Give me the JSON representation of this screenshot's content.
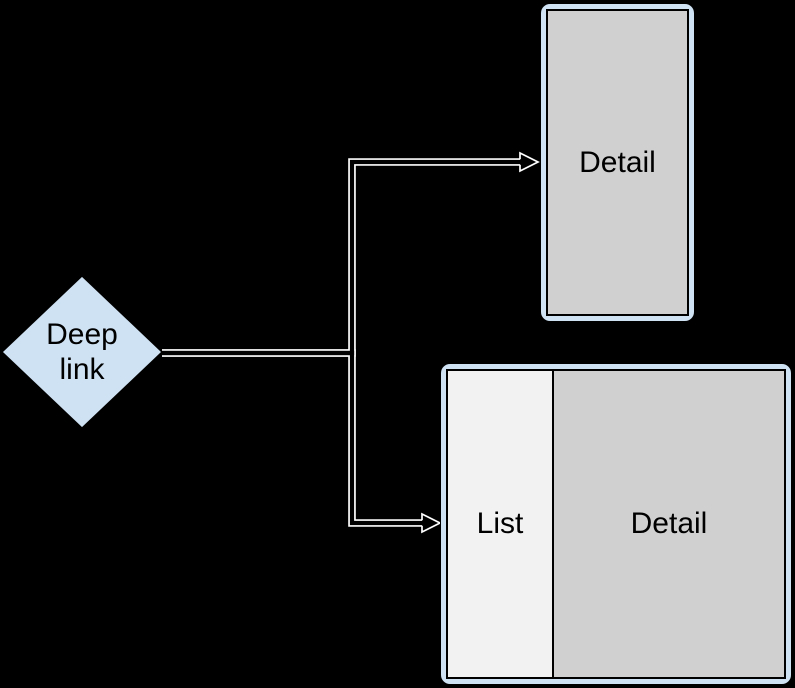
{
  "diagram": {
    "background_color": "#000000",
    "deep_link_node": {
      "label_line1": "Deep",
      "label_line2": "link",
      "shape": "diamond",
      "fill": "#cfe2f3",
      "stroke": "#000000"
    },
    "phone_node": {
      "label": "Detail",
      "frame_fill": "#cfe2f3",
      "screen_fill": "#d0d0d0",
      "orientation": "portrait"
    },
    "tablet_node": {
      "list_label": "List",
      "detail_label": "Detail",
      "frame_fill": "#cfe2f3",
      "list_fill": "#f2f2f2",
      "detail_fill": "#d0d0d0",
      "orientation": "landscape"
    },
    "connectors": {
      "color": "#ffffff",
      "style": "double-line",
      "arrowhead": "open",
      "routes": [
        "deep-link to phone detail screen",
        "deep-link to tablet list-detail screen"
      ]
    }
  }
}
